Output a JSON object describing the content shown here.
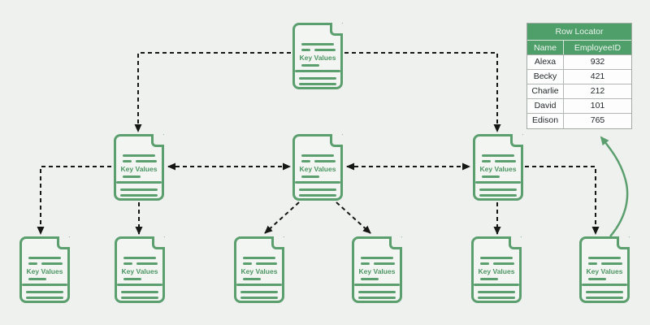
{
  "diagram": {
    "nodes": [
      "Key Values",
      "Key Values",
      "Key Values",
      "Key Values",
      "Key Values",
      "Key Values",
      "Key Values",
      "Key Values",
      "Key Values",
      "Key Values"
    ]
  },
  "table": {
    "title": "Row Locator",
    "columns": [
      "Name",
      "EmployeeID"
    ],
    "rows": [
      {
        "name": "Alexa",
        "employee_id": "932"
      },
      {
        "name": "Becky",
        "employee_id": "421"
      },
      {
        "name": "Charlie",
        "employee_id": "212"
      },
      {
        "name": "David",
        "employee_id": "101"
      },
      {
        "name": "Edison",
        "employee_id": "765"
      }
    ]
  },
  "colors": {
    "accent_green": "#5C9F6F",
    "table_header_green": "#4F9F6B",
    "edge_black": "#161616",
    "background": "#EFF1EE"
  }
}
